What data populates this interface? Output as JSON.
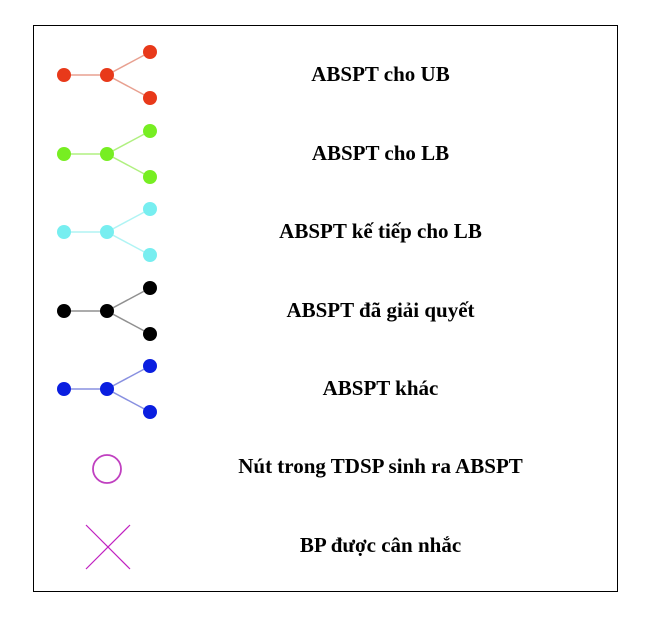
{
  "legend": {
    "items": [
      {
        "symbol": "tree",
        "color": "#e8391a",
        "line_color": "#e8a090",
        "label": "ABSPT cho UB"
      },
      {
        "symbol": "tree",
        "color": "#77ee22",
        "line_color": "#b0f080",
        "label": "ABSPT cho LB"
      },
      {
        "symbol": "tree",
        "color": "#77eef0",
        "line_color": "#b0f4f4",
        "label": "ABSPT kế tiếp cho LB"
      },
      {
        "symbol": "tree",
        "color": "#000000",
        "line_color": "#909090",
        "label": "ABSPT đã giải quyết"
      },
      {
        "symbol": "tree",
        "color": "#0a1ee0",
        "line_color": "#8890e0",
        "label": "ABSPT khác"
      },
      {
        "symbol": "circle",
        "color": "#c040c0",
        "label": "Nút trong TDSP sinh ra ABSPT"
      },
      {
        "symbol": "cross",
        "color": "#c020c0",
        "label": "BP được cân nhắc"
      }
    ]
  }
}
